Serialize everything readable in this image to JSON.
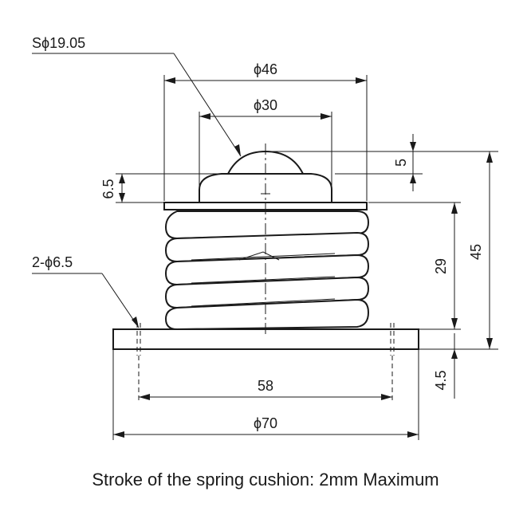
{
  "drawing": {
    "labels": {
      "ball_sphere": "Sϕ19.05",
      "flange_dia": "ϕ46",
      "ball_housing_dia": "ϕ30",
      "ball_protrusion": "5",
      "housing_height": "6.5",
      "total_height": "45",
      "spring_height": "29",
      "base_thickness": "4.5",
      "mount_holes": "2-ϕ6.5",
      "hole_pitch": "58",
      "base_dia": "ϕ70"
    },
    "caption": "Stroke of the spring cushion: 2mm Maximum"
  }
}
